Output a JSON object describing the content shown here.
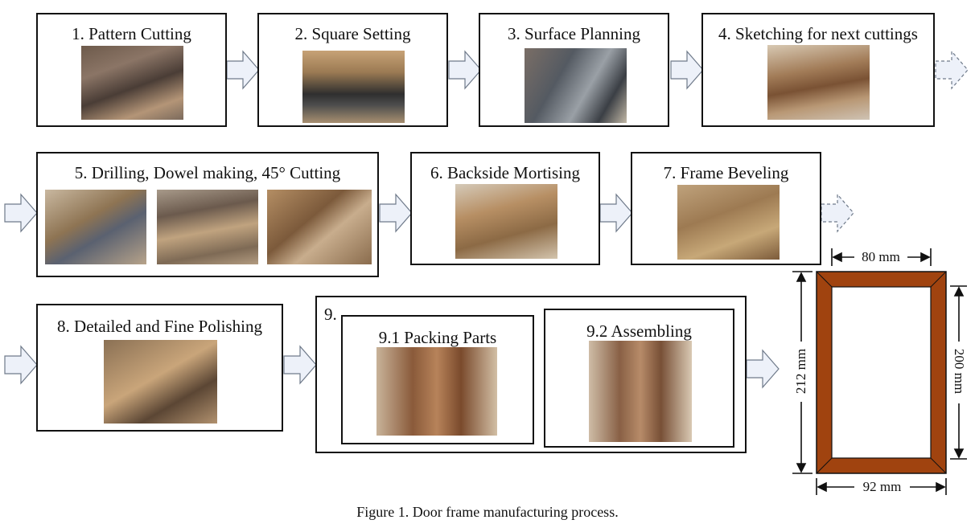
{
  "steps": {
    "s1": "1. Pattern Cutting",
    "s2": "2. Square Setting",
    "s3": "3. Surface Planning",
    "s4": "4. Sketching for next cuttings",
    "s5": "5. Drilling, Dowel making, 45° Cutting",
    "s6": "6. Backside Mortising",
    "s7": "7. Frame Beveling",
    "s8": "8. Detailed and Fine Polishing",
    "s9": "9.",
    "s91": "9.1 Packing Parts",
    "s92": "9.2 Assembling"
  },
  "dimensions": {
    "top": "80 mm",
    "left": "212 mm",
    "right": "200 mm",
    "bottom": "92 mm"
  },
  "colors": {
    "frame_fill": "#a0430f",
    "arrow_fill": "#edf1f9",
    "arrow_stroke": "#6f7a8a"
  },
  "caption": "Figure 1. Door frame manufacturing process."
}
